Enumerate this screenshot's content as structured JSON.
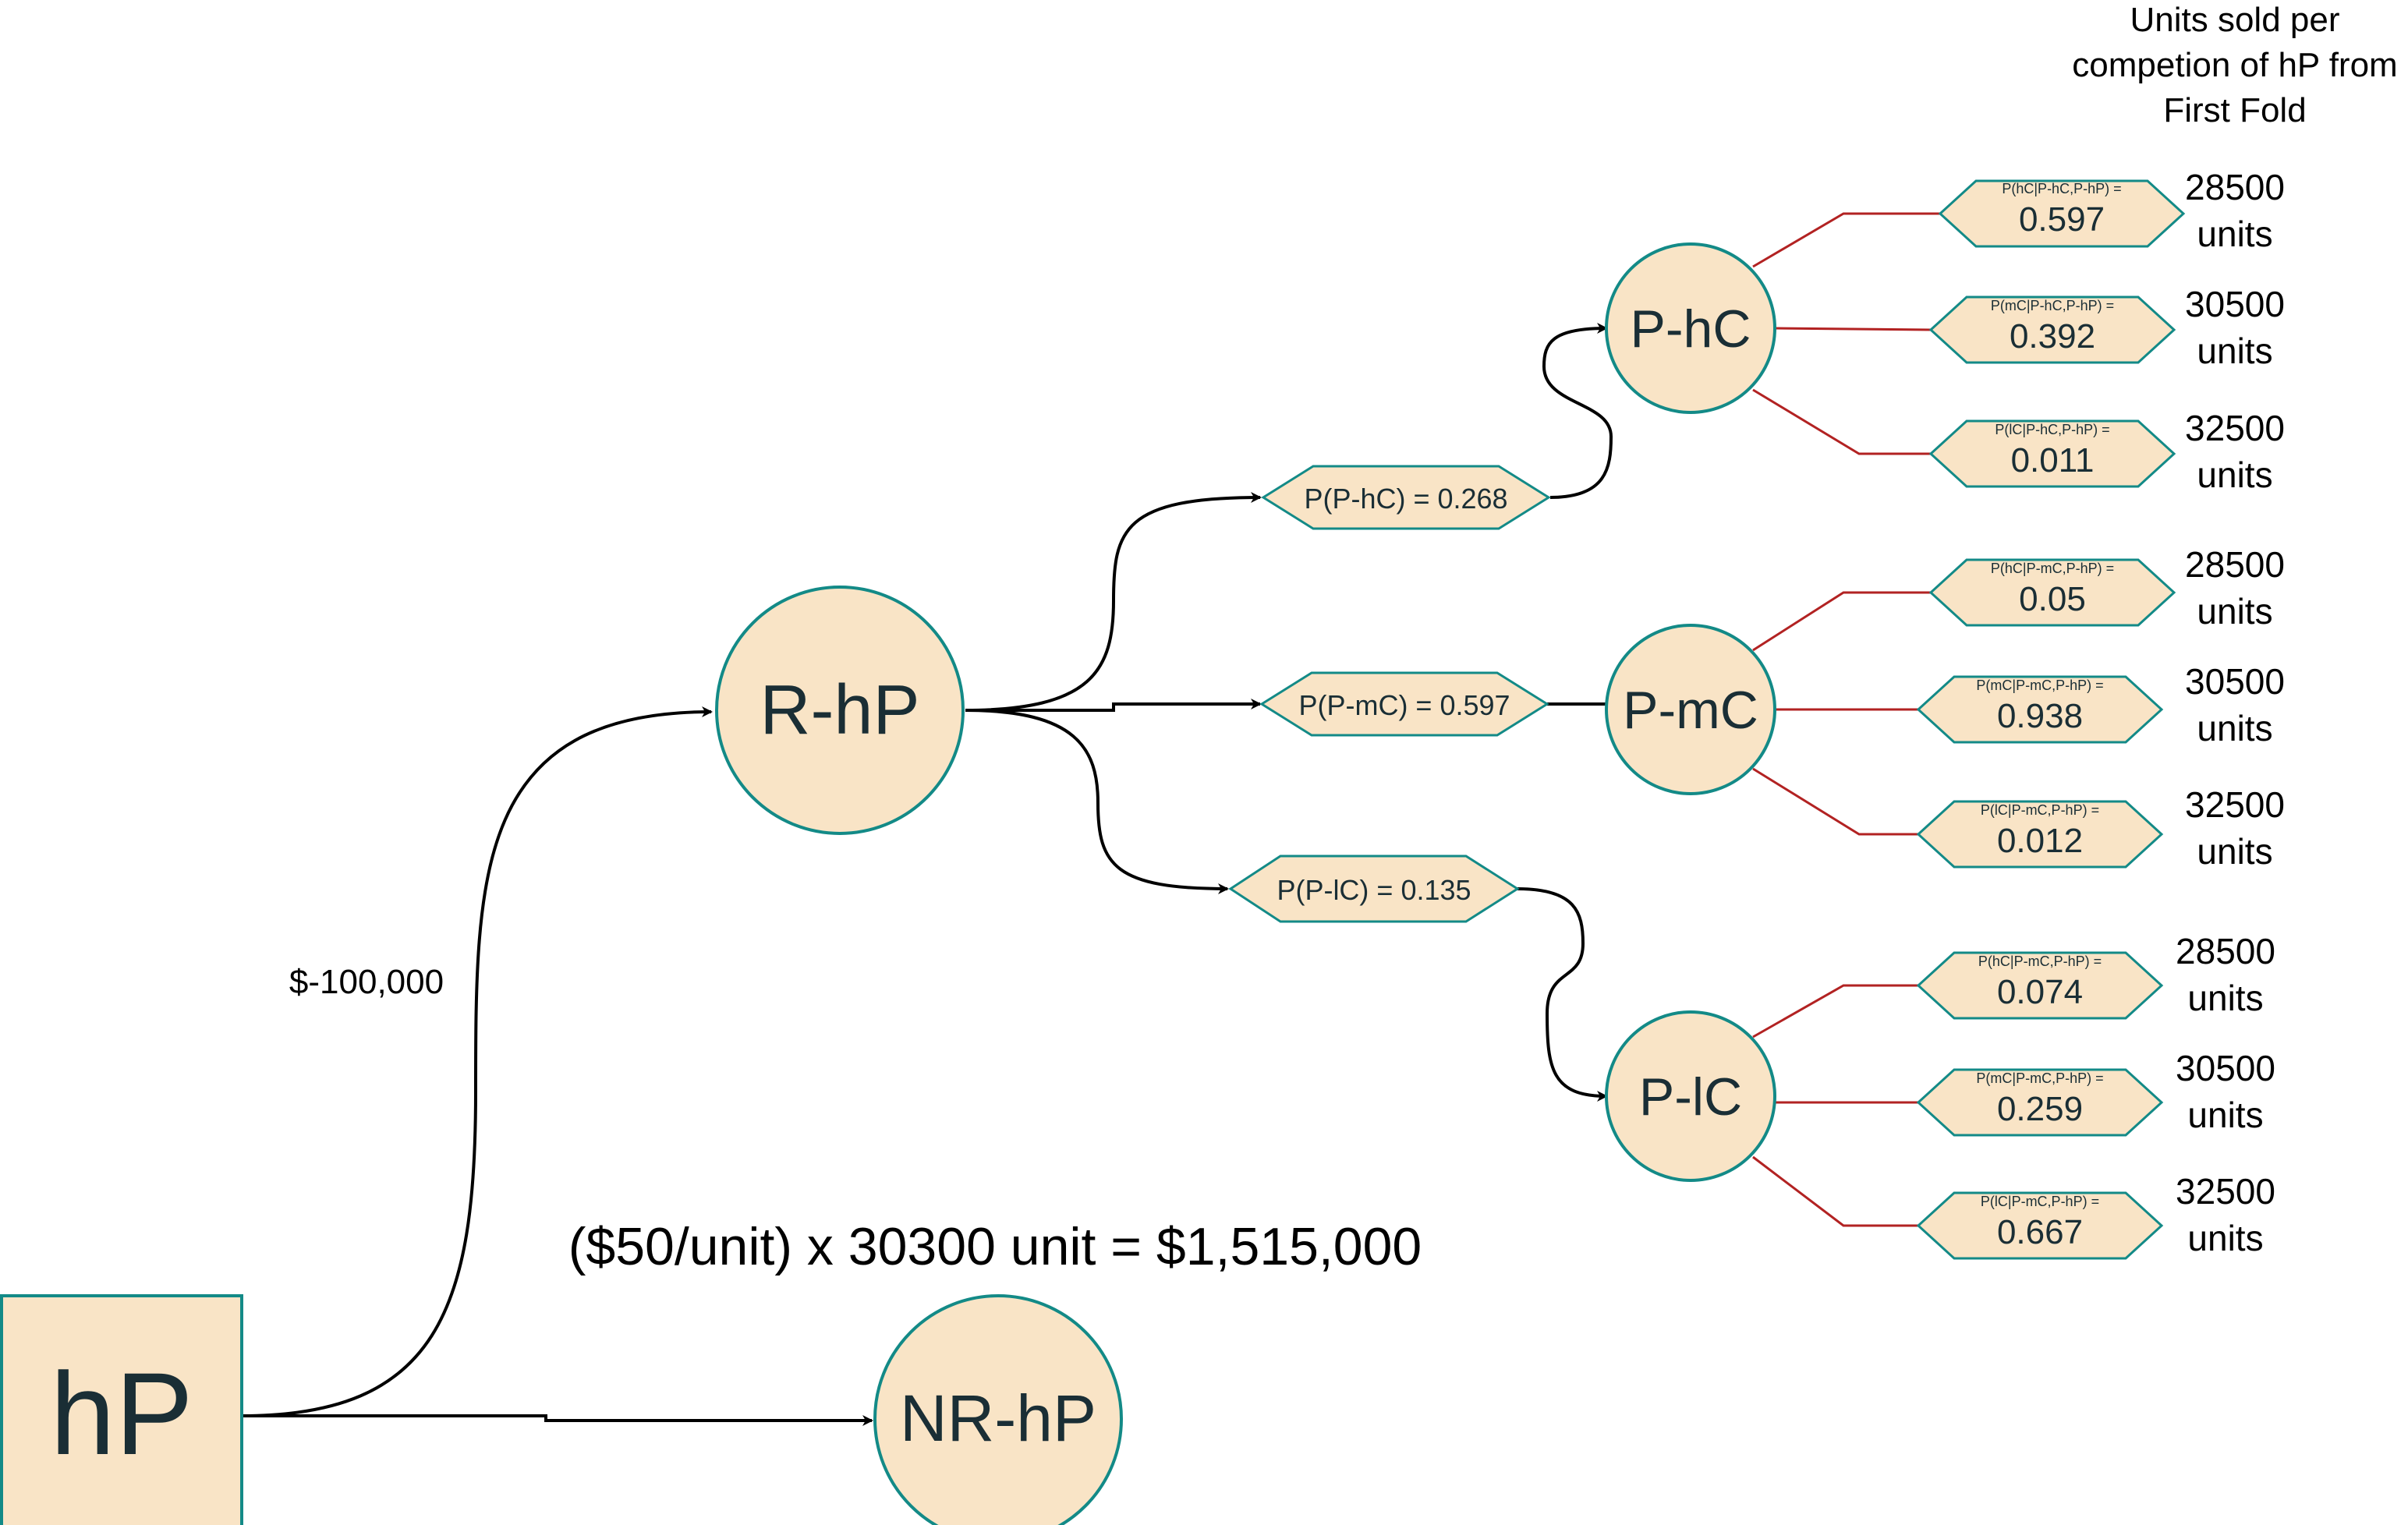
{
  "header_note": [
    "Units sold per",
    "competion of hP from",
    "First Fold"
  ],
  "nodes": {
    "hP": "hP",
    "R_hP": "R-hP",
    "NR_hP": "NR-hP",
    "P_hC": "P-hC",
    "P_mC": "P-mC",
    "P_lC": "P-lC"
  },
  "cost_label": "$-100,000",
  "formula": "($50/unit) x 30300 unit = $1,515,000",
  "branch_probs": {
    "P_hC": "P(P-hC) = 0.268",
    "P_mC": "P(P-mC) = 0.597",
    "P_lC": "P(P-lC) = 0.135"
  },
  "outcomes": {
    "P_hC": [
      {
        "label": "P(hC|P-hC,P-hP) =",
        "value": "0.597",
        "units_num": "28500",
        "units_word": "units"
      },
      {
        "label": "P(mC|P-hC,P-hP) =",
        "value": "0.392",
        "units_num": "30500",
        "units_word": "units"
      },
      {
        "label": "P(lC|P-hC,P-hP)  =",
        "value": "0.011",
        "units_num": "32500",
        "units_word": "units"
      }
    ],
    "P_mC": [
      {
        "label": "P(hC|P-mC,P-hP) =",
        "value": "0.05",
        "units_num": "28500",
        "units_word": "units"
      },
      {
        "label": "P(mC|P-mC,P-hP) =",
        "value": "0.938",
        "units_num": "30500",
        "units_word": "units"
      },
      {
        "label": "P(lC|P-mC,P-hP)  =",
        "value": "0.012",
        "units_num": "32500",
        "units_word": "units"
      }
    ],
    "P_lC": [
      {
        "label": "P(hC|P-mC,P-hP) =",
        "value": "0.074",
        "units_num": "28500",
        "units_word": "units"
      },
      {
        "label": "P(mC|P-mC,P-hP) =",
        "value": "0.259",
        "units_num": "30500",
        "units_word": "units"
      },
      {
        "label": "P(lC|P-mC,P-hP)  =",
        "value": "0.667",
        "units_num": "32500",
        "units_word": "units"
      }
    ]
  }
}
